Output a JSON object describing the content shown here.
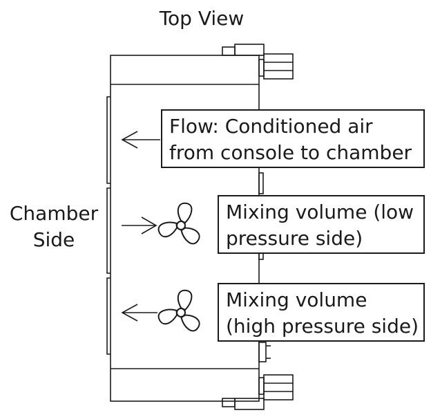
{
  "title": "Top View",
  "side_label": {
    "line1": "Chamber",
    "line2": "Side"
  },
  "callouts": {
    "flow": {
      "line1": "Flow: Conditioned air",
      "line2": "from console to chamber"
    },
    "mixing_low": {
      "line1": "Mixing volume (low",
      "line2": "pressure side)"
    },
    "mixing_high": {
      "line1": "Mixing volume",
      "line2": "(high pressure side)"
    }
  },
  "arrow_directions": {
    "flow": "left",
    "mixing_low": "right",
    "mixing_high": "left"
  },
  "icons": [
    "fan-icon",
    "fan-icon"
  ],
  "colors": {
    "line": "#1a1a1a",
    "background": "#ffffff"
  }
}
